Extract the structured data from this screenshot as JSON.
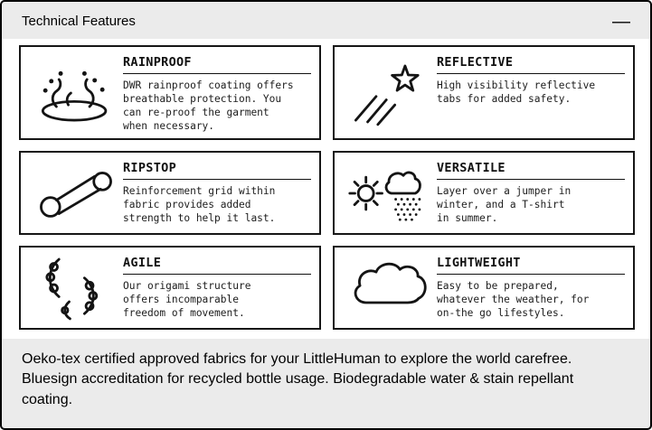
{
  "header": {
    "title": "Technical Features",
    "collapse_glyph": "—"
  },
  "features": [
    {
      "title": "RAINPROOF",
      "icon": "rain-splash-icon",
      "description": "DWR rainproof coating offers\nbreathable protection. You\ncan re-proof the garment\nwhen necessary."
    },
    {
      "title": "REFLECTIVE",
      "icon": "shooting-star-icon",
      "description": "High visibility reflective\ntabs for added safety."
    },
    {
      "title": "RIPSTOP",
      "icon": "linked-rings-icon",
      "description": "Reinforcement grid within\nfabric provides added\nstrength to help it last."
    },
    {
      "title": "VERSATILE",
      "icon": "sun-and-rain-icon",
      "description": "Layer over a jumper in\nwinter, and a T-shirt\nin summer."
    },
    {
      "title": "AGILE",
      "icon": "pea-pods-icon",
      "description": "Our origami structure\noffers incomparable\nfreedom of movement."
    },
    {
      "title": "LIGHTWEIGHT",
      "icon": "cloud-icon",
      "description": "Easy to be prepared,\nwhatever the weather, for\non-the go lifestyles."
    }
  ],
  "footer": {
    "text": "Oeko-tex certified approved fabrics for your LittleHuman to explore the world carefree. Bluesign accreditation for recycled bottle usage. Biodegradable water & stain repellant coating."
  },
  "colors": {
    "page_background": "#ebebeb",
    "card_background": "#ffffff",
    "border": "#000000",
    "text": "#000000"
  }
}
